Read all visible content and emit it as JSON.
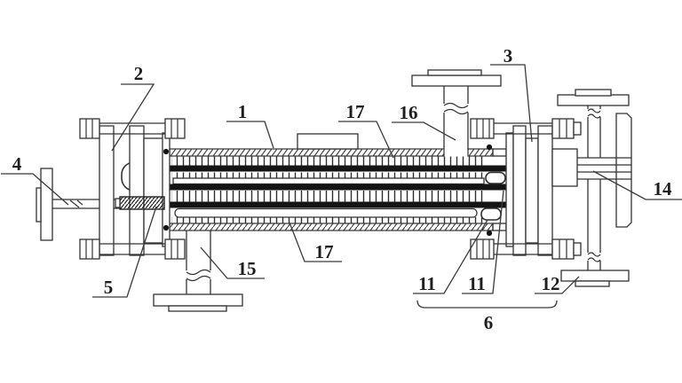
{
  "drawing": {
    "background_color": "#ffffff",
    "line_color": "#333333",
    "tube_color": "#141414"
  },
  "labels": {
    "p1": {
      "text": "1"
    },
    "p2": {
      "text": "2"
    },
    "p3": {
      "text": "3"
    },
    "p4": {
      "text": "4"
    },
    "p5": {
      "text": "5"
    },
    "p6": {
      "text": "6"
    },
    "p11a": {
      "text": "11"
    },
    "p11b": {
      "text": "11"
    },
    "p12": {
      "text": "12"
    },
    "p14": {
      "text": "14"
    },
    "p15": {
      "text": "15"
    },
    "p16": {
      "text": "16"
    },
    "p17a": {
      "text": "17"
    },
    "p17b": {
      "text": "17"
    }
  }
}
